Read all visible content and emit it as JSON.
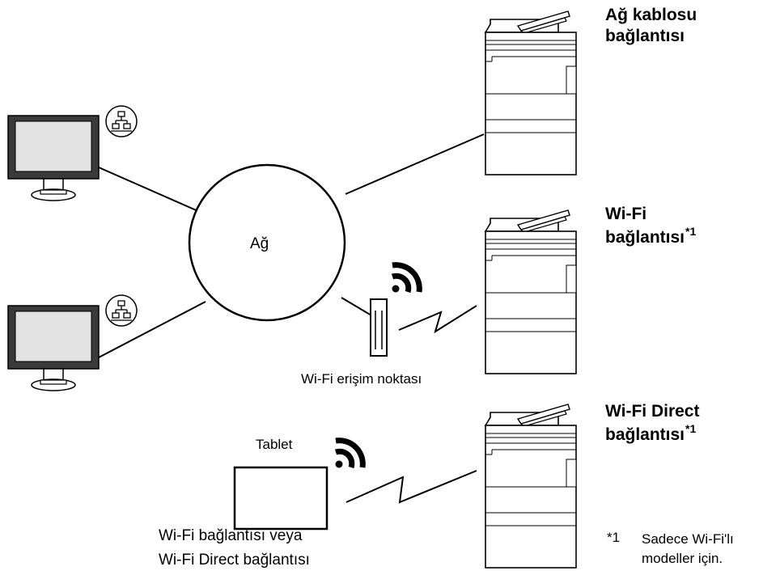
{
  "network": {
    "label": "Ağ"
  },
  "access_point": {
    "label": "Wi-Fi erişim noktası"
  },
  "tablet": {
    "label": "Tablet"
  },
  "tablet_connection": {
    "line1": "Wi-Fi bağlantısı veya",
    "line2": "Wi-Fi Direct bağlantısı"
  },
  "printers": [
    {
      "line1": "Ağ kablosu",
      "line2": "bağlantısı",
      "note": ""
    },
    {
      "line1": "Wi-Fi",
      "line2": "bağlantısı",
      "note": "*1"
    },
    {
      "line1": "Wi-Fi Direct",
      "line2": "bağlantısı",
      "note": "*1"
    }
  ],
  "footnote": {
    "marker": "*1",
    "line1": "Sadece Wi-Fi'lı",
    "line2": "modeller için."
  },
  "icons": [
    "monitor-icon",
    "network-port-icon",
    "wifi-icon",
    "access-point-icon",
    "tablet-icon",
    "printer-icon",
    "lightning-link-icon"
  ]
}
